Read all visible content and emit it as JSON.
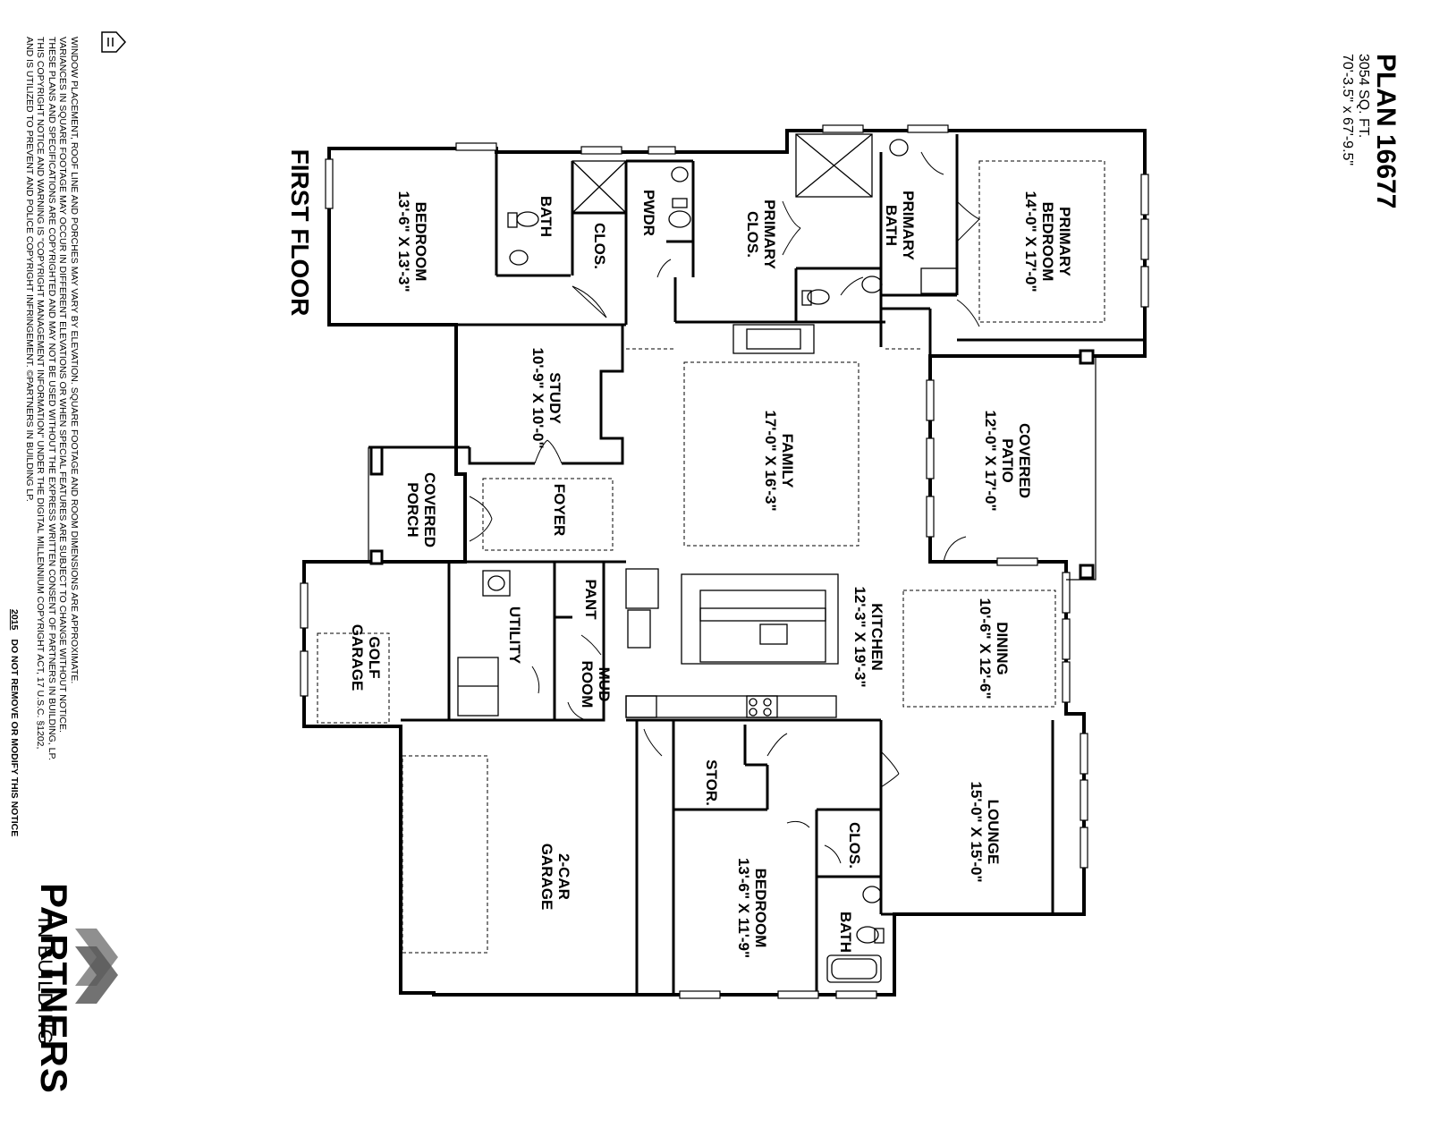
{
  "plan": {
    "title": "PLAN 16677",
    "area": "3054 SQ. FT.",
    "dimensions": "70'-3.5\" x 67'-9.5\""
  },
  "floor_label": "FIRST FLOOR",
  "rooms": {
    "bedroom_front": {
      "name": "BEDROOM",
      "size": "13'-6\" X 13'-3\""
    },
    "bath_front": {
      "name": "BATH"
    },
    "clos_front": {
      "name": "CLOS."
    },
    "pwdr": {
      "name": "PWDR"
    },
    "primary_clos": {
      "line1": "PRIMARY",
      "line2": "CLOS."
    },
    "primary_bath": {
      "line1": "PRIMARY",
      "line2": "BATH"
    },
    "primary_bedroom": {
      "line1": "PRIMARY",
      "line2": "BEDROOM",
      "size": "14'-0\" X 17'-0\""
    },
    "study": {
      "name": "STUDY",
      "size": "10'-9\" X 10'-0\""
    },
    "family": {
      "name": "FAMILY",
      "size": "17'-0\" X 16'-3\""
    },
    "covered_patio": {
      "line1": "COVERED",
      "line2": "PATIO",
      "size": "12'-0\" X 17'-0\""
    },
    "covered_porch": {
      "line1": "COVERED",
      "line2": "PORCH"
    },
    "foyer": {
      "name": "FOYER"
    },
    "golf_garage": {
      "line1": "GOLF",
      "line2": "GARAGE"
    },
    "utility": {
      "name": "UTILITY"
    },
    "pant": {
      "name": "PANT"
    },
    "mud_room": {
      "line1": "MUD",
      "line2": "ROOM"
    },
    "kitchen": {
      "name": "KITCHEN",
      "size": "12'-3\" X 19'-3\""
    },
    "dining": {
      "name": "DINING",
      "size": "10'-6\" X 12'-6\""
    },
    "stor": {
      "name": "STOR."
    },
    "lounge": {
      "name": "LOUNGE",
      "size": "15'-0\" X 15'-0\""
    },
    "two_car_garage": {
      "line1": "2-CAR",
      "line2": "GARAGE"
    },
    "bedroom_rear": {
      "name": "BEDROOM",
      "size": "13'-6\" X 11'-9\""
    },
    "clos_rear": {
      "name": "CLOS."
    },
    "bath_rear": {
      "name": "BATH"
    }
  },
  "disclaimer": {
    "line1": "WINDOW PLACEMENT, ROOF LINE AND PORCHES MAY VARY BY ELEVATION.  SQUARE FOOTAGE AND ROOM DIMENSIONS ARE APPROXIMATE.",
    "line2": "VARIANCES IN SQUARE FOOTAGE MAY OCCUR IN DIFFERENT ELEVATIONS OR WHEN SPECIAL FEATURES ARE SUBJECT TO CHANGE WITHOUT NOTICE.",
    "line3": "THESE PLANS AND SPECIFICATIONS ARE COPYRIGHTED AND MAY NOT BE USED WITHOUT THE EXPRESS WRITTEN CONSENT OF PARTNERS IN BUILDING, LP.",
    "line4": "THIS COPYRIGHT NOTICE AND WARNING IS \"COPYRIGHT MANAGEMENT INFORMATION\" UNDER THE DIGITAL MILLENNIUM COPYRIGHT ACT, 17 U.S.C.    §1202,",
    "line5": "AND IS UTILIZED TO PREVENT AND POLICE COPYRIGHT INFRINGEMENT.  ©PARTNERS IN BUILDING LP.",
    "year": "2015",
    "notice": "DO NOT REMOVE OR MODIFY THIS NOTICE"
  },
  "brand": {
    "name": "PARTNERS",
    "tagline": "IN BUILDING",
    "icon": "chevron-logo-icon",
    "housing_icon": "equal-housing-icon"
  },
  "colors": {
    "ink": "#000000",
    "logo_gray": "#8f8f8f",
    "logo_dark": "#595959"
  }
}
